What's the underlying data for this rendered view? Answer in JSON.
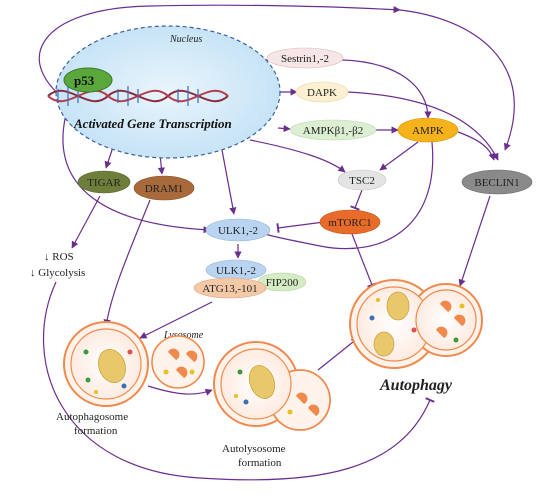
{
  "nucleus": {
    "label": "Nucleus",
    "protein": "p53",
    "process": "Activated Gene Transcription"
  },
  "nodes": {
    "sestrin": "Sestrin1,-2",
    "dapk": "DAPK",
    "ampk_beta": "AMPKβ1,-β2",
    "ampk": "AMPK",
    "tsc2": "TSC2",
    "beclin1": "BECLIN1",
    "tigar": "TIGAR",
    "dram1": "DRAM1",
    "ulk_top": "ULK1,-2",
    "mtorc1": "mTORC1",
    "ulk_complex": "ULK1,-2",
    "fip200": "FIP200",
    "atg13": "ATG13,-101"
  },
  "text": {
    "ros": "↓ ROS",
    "glycolysis": "↓ Glycolysis",
    "lysosome": "Lysosome",
    "autophagosome_1": "Autophagosome",
    "autophagosome_2": "formation",
    "autolysosome_1": "Autolysosome",
    "autolysosome_2": "formation",
    "autophagy": "Autophagy"
  },
  "colors": {
    "arrow": "#6b2e8f",
    "nucleus_fill": "#cfe7f7",
    "nucleus_stroke": "#3a5fa0",
    "p53": "#5aa83c",
    "sestrin": "#f7e6e6",
    "dapk": "#fdf0d0",
    "ampk_beta": "#dcefd2",
    "ampk": "#f5b21a",
    "tsc2": "#e4e4e4",
    "beclin1": "#8a8a8a",
    "tigar": "#6e7f3c",
    "dram1": "#a86a3a",
    "ulk": "#b8d4f0",
    "mtorc1": "#e96b2a",
    "fip200": "#d5ecc4",
    "atg13": "#f4c9a8",
    "membrane": "#f08a4c"
  }
}
